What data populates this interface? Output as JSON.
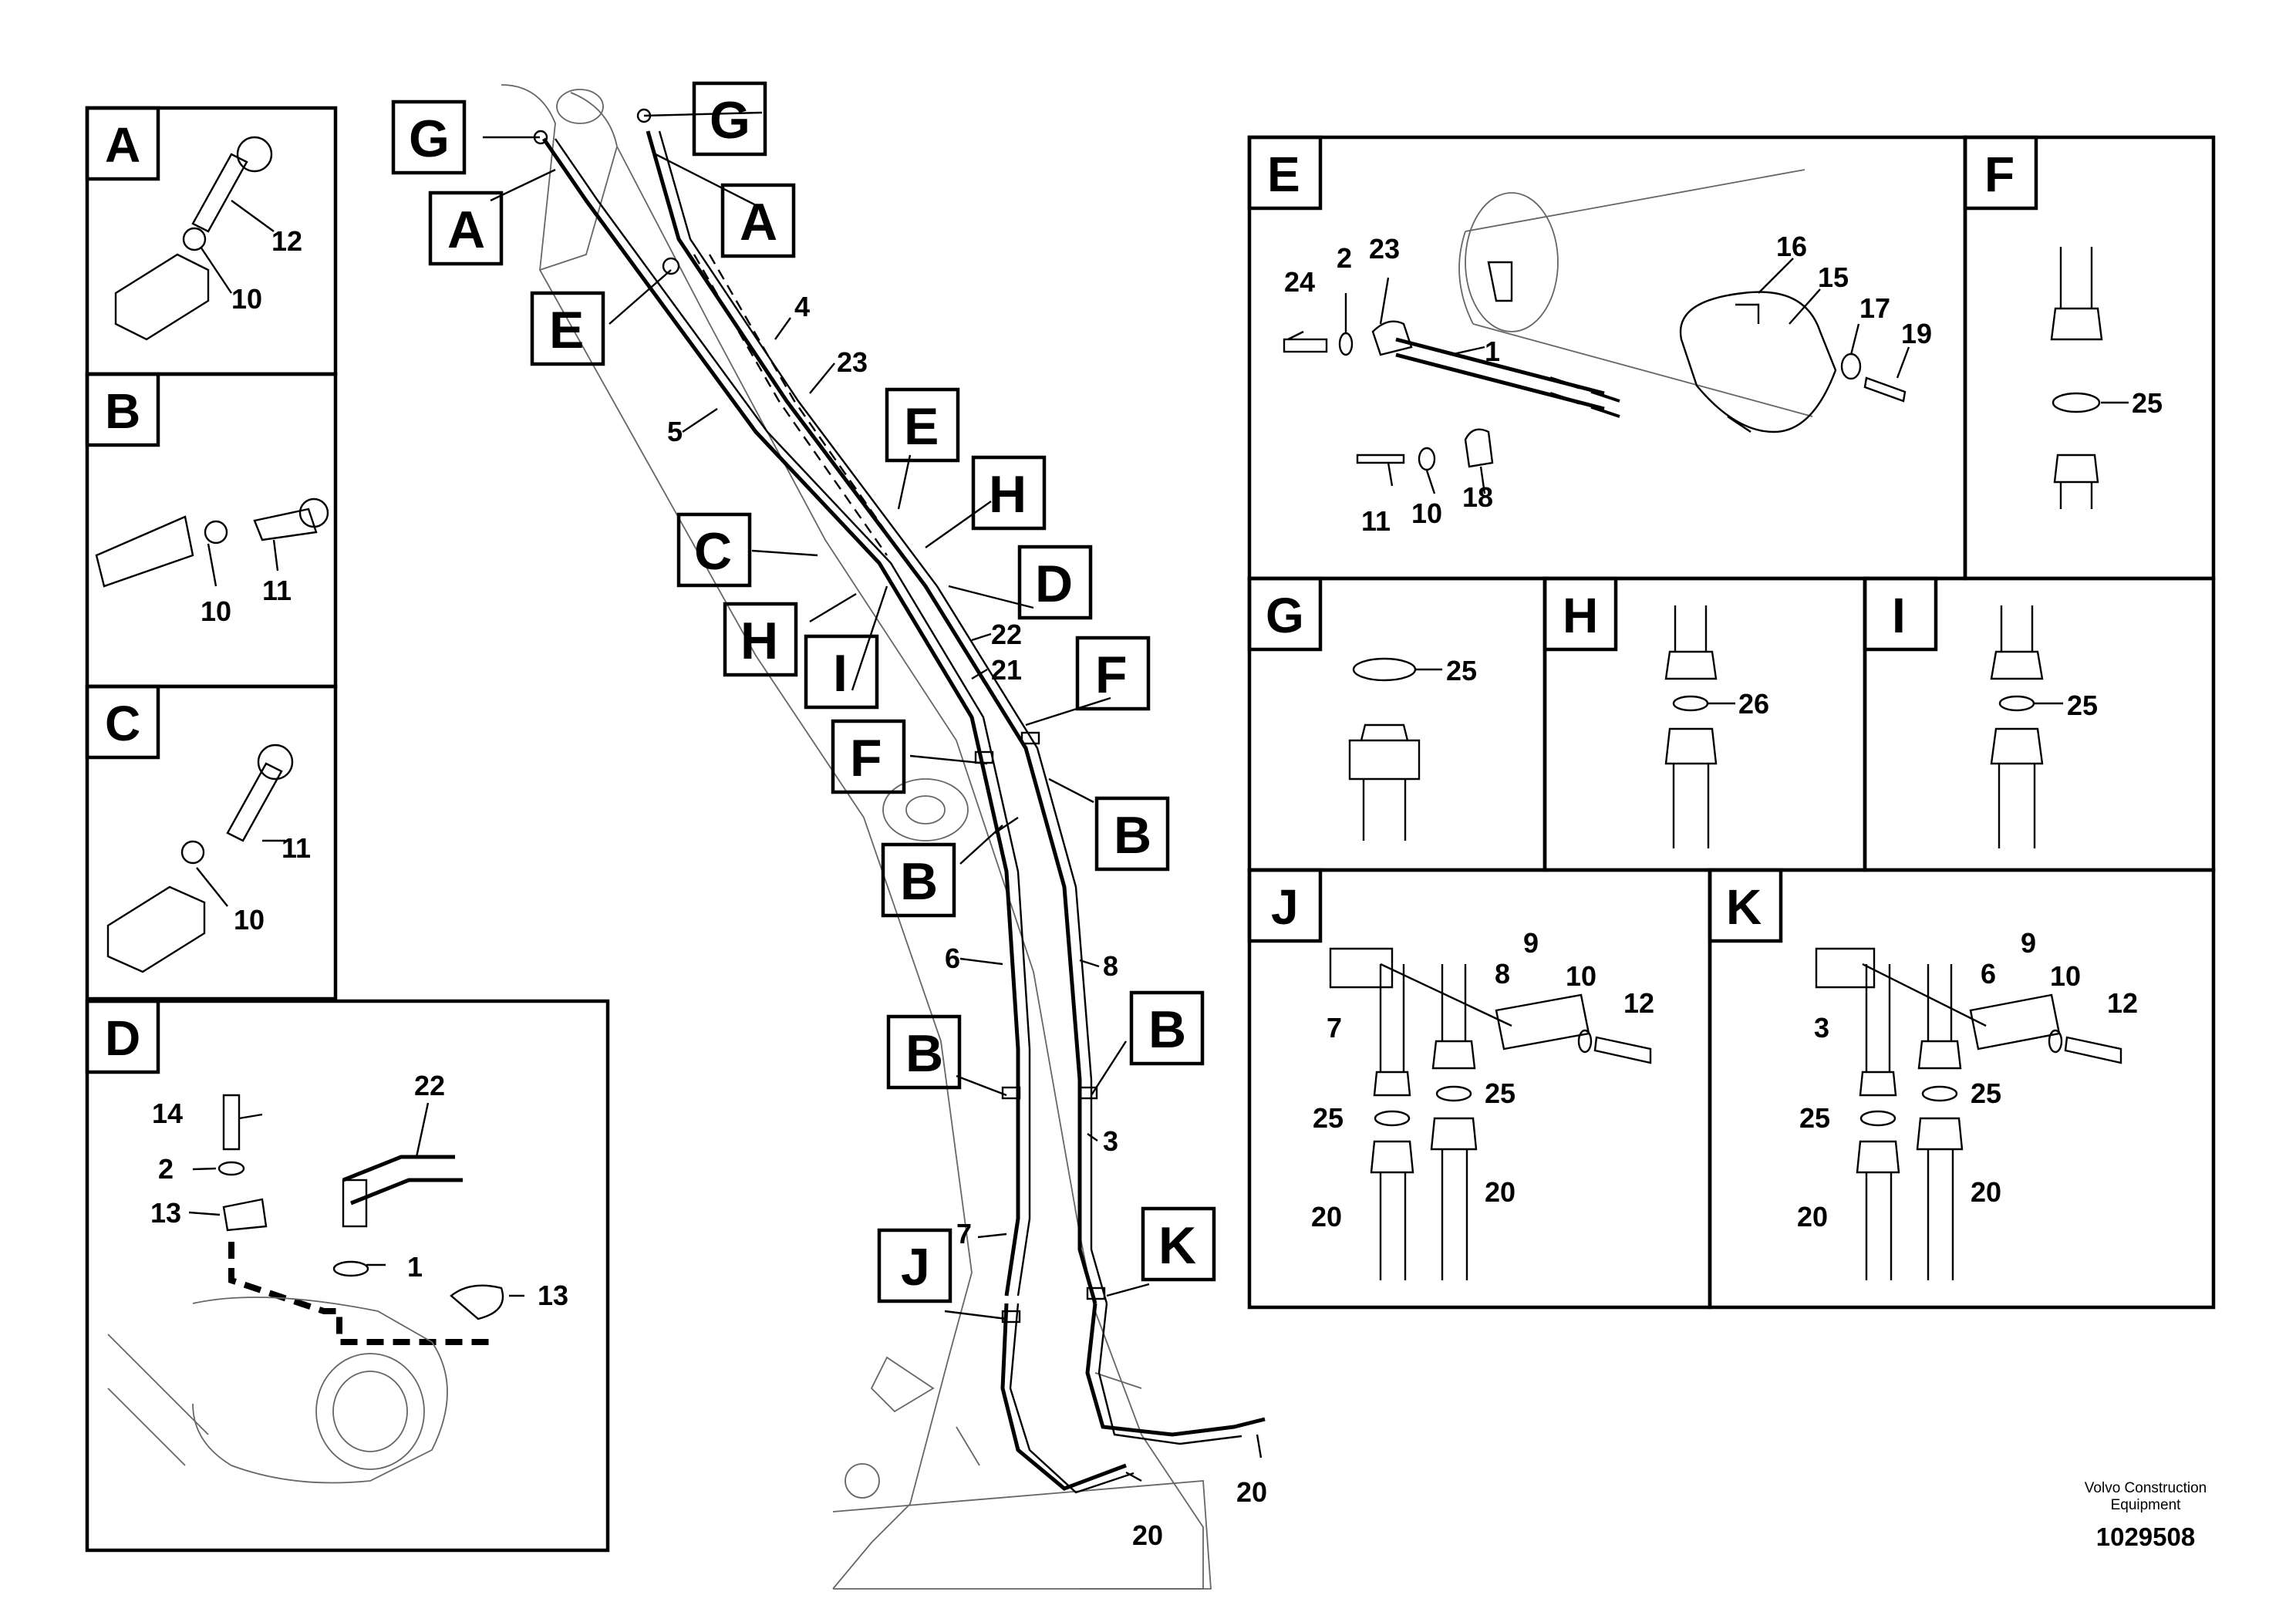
{
  "diagram": {
    "detail_panels": [
      {
        "id": "A",
        "labels": [
          "12",
          "10"
        ]
      },
      {
        "id": "B",
        "labels": [
          "10",
          "11"
        ]
      },
      {
        "id": "C",
        "labels": [
          "11",
          "10"
        ]
      },
      {
        "id": "D",
        "labels": [
          "22",
          "14",
          "2",
          "13",
          "1",
          "13"
        ]
      },
      {
        "id": "E",
        "labels": [
          "24",
          "2",
          "23",
          "16",
          "15",
          "17",
          "19",
          "1",
          "11",
          "10",
          "18"
        ]
      },
      {
        "id": "F",
        "labels": [
          "25"
        ]
      },
      {
        "id": "G",
        "labels": [
          "25"
        ]
      },
      {
        "id": "H",
        "labels": [
          "26"
        ]
      },
      {
        "id": "I",
        "labels": [
          "25"
        ]
      },
      {
        "id": "J",
        "labels": [
          "9",
          "8",
          "10",
          "12",
          "7",
          "25",
          "25",
          "20",
          "20"
        ]
      },
      {
        "id": "K",
        "labels": [
          "9",
          "6",
          "10",
          "12",
          "3",
          "25",
          "25",
          "20",
          "20"
        ]
      }
    ],
    "main_callouts": [
      "G",
      "G",
      "A",
      "A",
      "E",
      "E",
      "H",
      "C",
      "D",
      "H",
      "I",
      "F",
      "F",
      "B",
      "B",
      "B",
      "B",
      "J",
      "K"
    ],
    "main_part_numbers": [
      "4",
      "23",
      "5",
      "22",
      "21",
      "6",
      "8",
      "3",
      "7",
      "20",
      "20"
    ],
    "credit_line1": "Volvo Construction",
    "credit_line2": "Equipment",
    "document_number": "1029508"
  }
}
